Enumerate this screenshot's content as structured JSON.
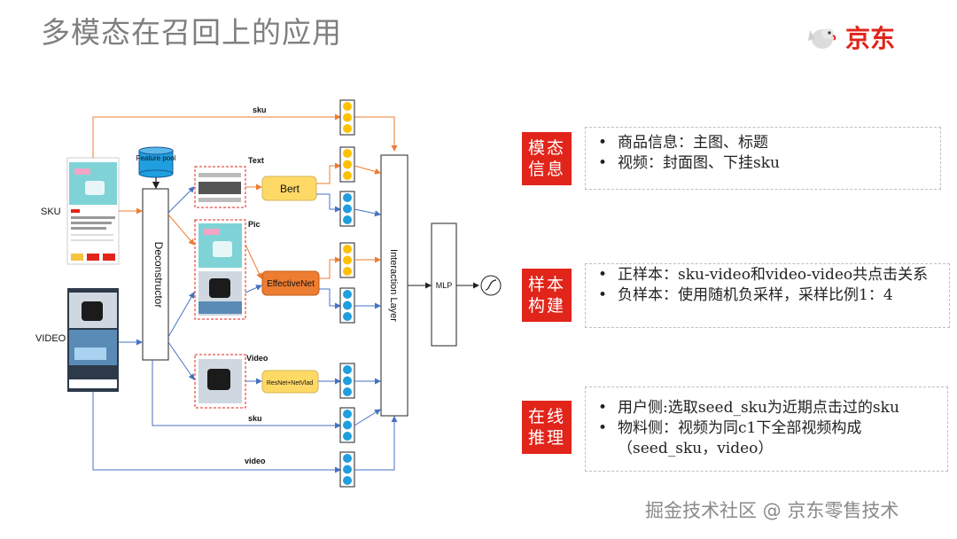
{
  "title": "多模态在召回上的应用",
  "logo": {
    "text": "京东",
    "mascot_icon": "jd-dog-icon"
  },
  "diagram": {
    "inputs": {
      "sku": "SKU",
      "video": "VIDEO"
    },
    "feature_pool": "Feature pool",
    "deconstructor": "Deconstructor",
    "branches": {
      "text": "Text",
      "pic": "Pic",
      "video": "Video"
    },
    "encoders": {
      "bert": "Bert",
      "effectivenet": "EffectiveNet",
      "resnet": "ResNet+NetVlad"
    },
    "edge_labels": {
      "sku_top": "sku",
      "sku_bottom": "sku",
      "video_bottom": "video"
    },
    "interaction_layer": "Interaction Layer",
    "mlp": "MLP",
    "colors": {
      "orange": "#ed7d31",
      "blue": "#4472c4",
      "encoder_fill": "#ffd966",
      "effective_fill": "#ed7d31",
      "node_yellow": "#ffc000",
      "node_blue": "#1f9ee0"
    }
  },
  "panels": [
    {
      "tag": "模态信息",
      "items": [
        "商品信息：主图、标题",
        "视频：封面图、下挂sku"
      ]
    },
    {
      "tag": "样本构建",
      "items": [
        "正样本：sku-video和video-video共点击关系",
        "负样本：使用随机负采样，采样比例1：4"
      ]
    },
    {
      "tag": "在线推理",
      "items": [
        "用户侧:选取seed_sku为近期点击过的sku",
        "物料侧：视频为同c1下全部视频构成"
      ],
      "continuation": "（seed_sku，video）"
    }
  ],
  "watermark": "掘金技术社区 @ 京东零售技术"
}
